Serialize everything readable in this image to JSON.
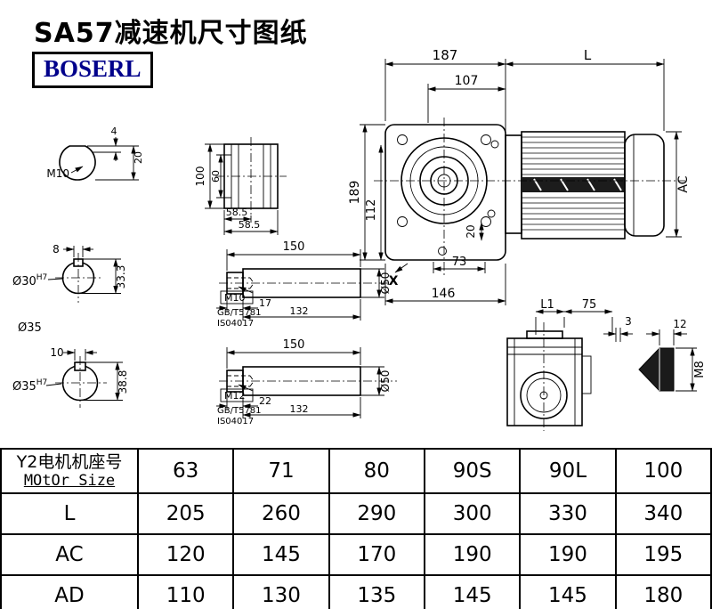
{
  "title": "SA57减速机尺寸图纸",
  "brand": "BOSERL",
  "main_view": {
    "d187": "187",
    "dL": "L",
    "d107": "107",
    "d189": "189",
    "d112": "112",
    "d20": "20",
    "d73": "73",
    "d146": "146",
    "dX": "X",
    "dAC": "AC"
  },
  "side_view": {
    "dL1": "L1",
    "d75": "75",
    "d3": "3",
    "d12": "12",
    "dM8": "M8"
  },
  "section_a": {
    "thread": "M10",
    "d4": "4",
    "d20": "20"
  },
  "flange_view": {
    "d100": "100",
    "d60": "60",
    "d58a": "58.5",
    "d58b": "58.5"
  },
  "bore30": {
    "key_w": "8",
    "dia": "Ø30",
    "tol": "H7",
    "d333": "33.3"
  },
  "label_d35": "Ø35",
  "bore35": {
    "key_w": "10",
    "dia": "Ø35",
    "tol": "H7",
    "d388": "38.8"
  },
  "shaft1": {
    "d150": "150",
    "thread": "M10",
    "dlen": "17",
    "d132": "132",
    "dia": "Ø50",
    "std1": "GB/T5781",
    "std2": "IS04017"
  },
  "shaft2": {
    "d150": "150",
    "thread": "M12",
    "dlen": "22",
    "d132": "132",
    "dia": "Ø50",
    "std1": "GB/T5781",
    "std2": "IS04017"
  },
  "table": {
    "header": {
      "line1": "Y2电机机座号",
      "line2": "MOtOr Size",
      "sizes": [
        "63",
        "71",
        "80",
        "90S",
        "90L",
        "100"
      ]
    },
    "rows": [
      {
        "label": "L",
        "values": [
          "205",
          "260",
          "290",
          "300",
          "330",
          "340"
        ]
      },
      {
        "label": "AC",
        "values": [
          "120",
          "145",
          "170",
          "190",
          "190",
          "195"
        ]
      },
      {
        "label": "AD",
        "values": [
          "110",
          "130",
          "135",
          "145",
          "145",
          "180"
        ]
      }
    ]
  }
}
